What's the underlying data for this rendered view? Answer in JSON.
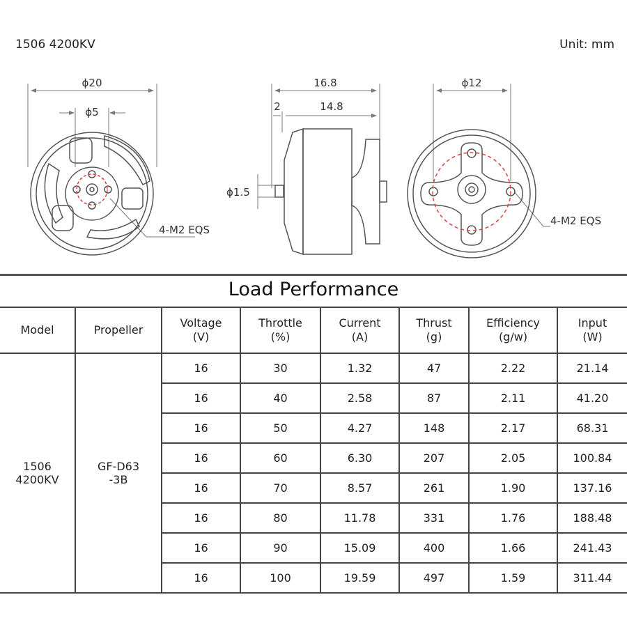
{
  "header": {
    "model_title": "1506 4200KV",
    "unit": "Unit: mm"
  },
  "drawing": {
    "front": {
      "outer_dia": "ϕ20",
      "inner_dia": "ϕ5",
      "holes": "4-M2 EQS"
    },
    "side": {
      "total_len": "16.8",
      "shaft_len": "2",
      "body_len": "14.8",
      "shaft_dia": "ϕ1.5"
    },
    "rear": {
      "dia": "ϕ12",
      "holes": "4-M2 EQS"
    },
    "colors": {
      "line": "#555555",
      "dashed": "#e04040"
    }
  },
  "table": {
    "title": "Load Performance",
    "headers": [
      {
        "l1": "Model",
        "l2": ""
      },
      {
        "l1": "Propeller",
        "l2": ""
      },
      {
        "l1": "Voltage",
        "l2": "(V)"
      },
      {
        "l1": "Throttle",
        "l2": "(%)"
      },
      {
        "l1": "Current",
        "l2": "(A)"
      },
      {
        "l1": "Thrust",
        "l2": "(g)"
      },
      {
        "l1": "Efficiency",
        "l2": "(g/w)"
      },
      {
        "l1": "Input",
        "l2": "(W)"
      }
    ],
    "model": {
      "l1": "1506",
      "l2": "4200KV"
    },
    "propeller": {
      "l1": "GF-D63",
      "l2": "-3B"
    },
    "rows": [
      [
        "16",
        "30",
        "1.32",
        "47",
        "2.22",
        "21.14"
      ],
      [
        "16",
        "40",
        "2.58",
        "87",
        "2.11",
        "41.20"
      ],
      [
        "16",
        "50",
        "4.27",
        "148",
        "2.17",
        "68.31"
      ],
      [
        "16",
        "60",
        "6.30",
        "207",
        "2.05",
        "100.84"
      ],
      [
        "16",
        "70",
        "8.57",
        "261",
        "1.90",
        "137.16"
      ],
      [
        "16",
        "80",
        "11.78",
        "331",
        "1.76",
        "188.48"
      ],
      [
        "16",
        "90",
        "15.09",
        "400",
        "1.66",
        "241.43"
      ],
      [
        "16",
        "100",
        "19.59",
        "497",
        "1.59",
        "311.44"
      ]
    ]
  }
}
